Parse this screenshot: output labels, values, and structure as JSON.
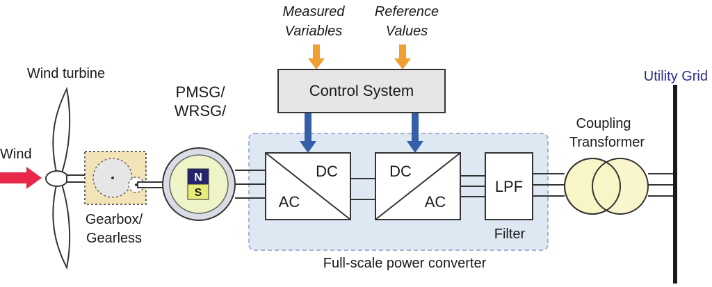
{
  "inputs": {
    "measured_line1": "Measured",
    "measured_line2": "Variables",
    "reference_line1": "Reference",
    "reference_line2": "Values"
  },
  "control_system": "Control System",
  "wind_turbine": "Wind turbine",
  "wind": "Wind",
  "generator": {
    "line1": "PMSG/",
    "line2": "WRSG/",
    "pole_n": "N",
    "pole_s": "S"
  },
  "gearbox": {
    "line1": "Gearbox/",
    "line2": "Gearless"
  },
  "rectifier": {
    "dc": "DC",
    "ac": "AC"
  },
  "inverter": {
    "dc": "DC",
    "ac": "AC"
  },
  "filter": {
    "block": "LPF",
    "caption": "Filter"
  },
  "converter_caption": "Full-scale power converter",
  "transformer": {
    "line1": "Coupling",
    "line2": "Transformer"
  },
  "grid": "Utility Grid",
  "colors": {
    "input_arrow": "#f0a030",
    "control_arrow": "#3560a8",
    "wind_arrow": "#e8284a",
    "converter_region": "#dde8f3",
    "control_box": "#e6e6e6",
    "generator_fill": "#eef3c8",
    "gearbox_fill": "#f3e4b8",
    "transformer_fill": "#f8f5c6",
    "pole_n": "#23236e",
    "pole_s": "#e8eb7a",
    "grid_label": "#2a2a8c"
  }
}
